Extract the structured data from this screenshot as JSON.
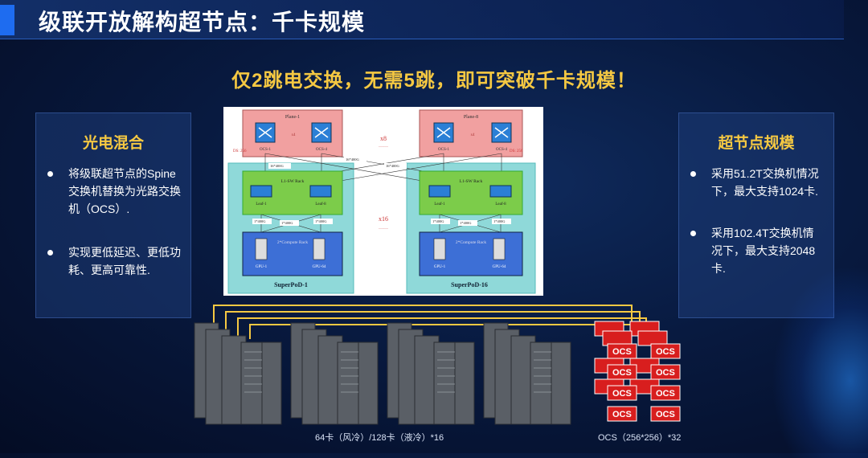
{
  "header": {
    "title": "级联开放解构超节点：千卡规模"
  },
  "headline": "仅2跳电交换，无需5跳，即可突破千卡规模！",
  "left_panel": {
    "title": "光电混合",
    "bullets": [
      "将级联超节点的Spine交换机替换为光路交换机（OCS）.",
      "实现更低延迟、更低功耗、更高可靠性."
    ]
  },
  "right_panel": {
    "title": "超节点规模",
    "bullets": [
      "采用51.2T交换机情况下，最大支持1024卡.",
      "采用102.4T交换机情况下，最大支持2048卡."
    ]
  },
  "diagram": {
    "plane_left": "Plane-1",
    "plane_right": "Plane-8",
    "ocs_1": "OCS-1",
    "ocs_4": "OCS-4",
    "x4": "x4",
    "x8": "x8",
    "x16": "x16",
    "ds_left": "DS: 256",
    "ds_right": "DS: 256",
    "link_16x400g": "16*400G",
    "l1_rack": "L1-SW Rack",
    "leaf_1": "Leaf-1",
    "leaf_8": "Leaf-8",
    "link_1x400g": "1*400G",
    "compute_rack": "2*Compute Rack",
    "gpu_1": "GPU-1",
    "gpu_64": "GPU-64",
    "superpod_1": "SuperPoD-1",
    "superpod_16": "SuperPoD-16"
  },
  "bottom": {
    "caption_racks": "64卡（风冷）/128卡（液冷）*16",
    "caption_ocs": "OCS（256*256）*32",
    "ocs_label": "OCS"
  },
  "colors": {
    "accent": "#f5c842",
    "brand_blue": "#1e6cf0",
    "ocs_red": "#d81e1e"
  }
}
